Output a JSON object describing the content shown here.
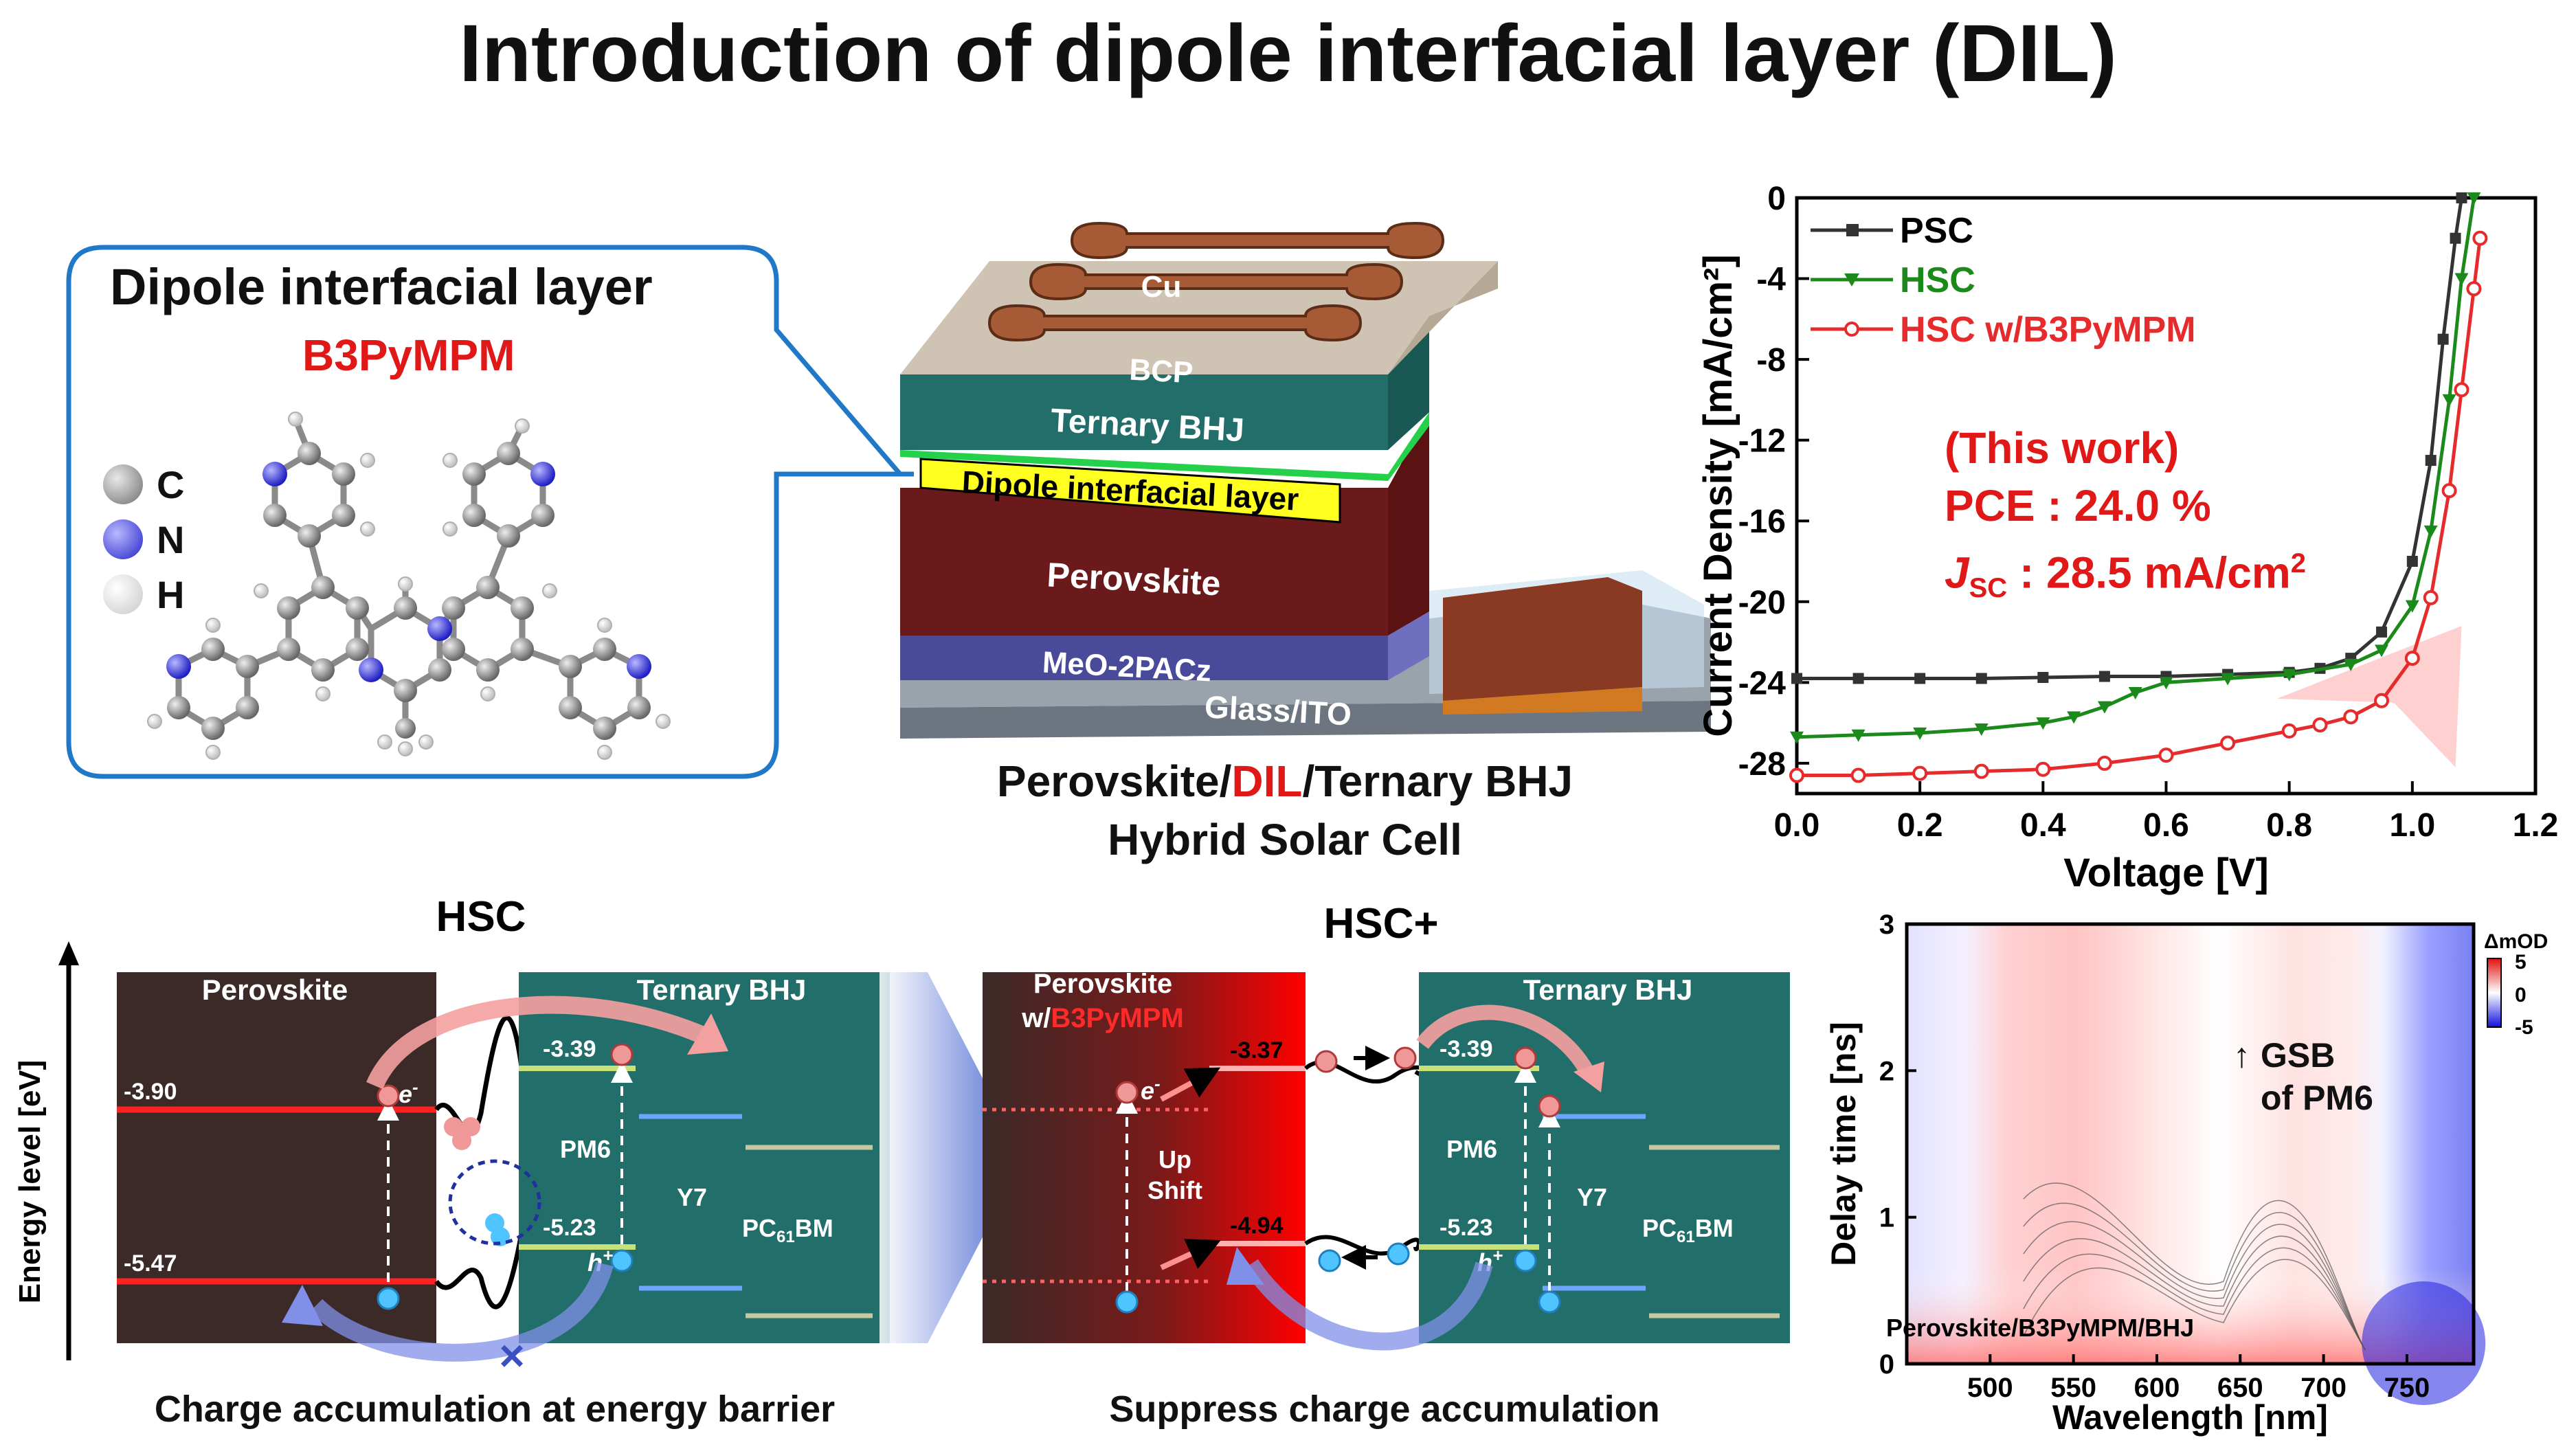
{
  "title": "Introduction of dipole interfacial layer (DIL)",
  "callout": {
    "heading": "Dipole interfacial layer",
    "molecule": "B3PyMPM",
    "legend": [
      {
        "symbol": "C",
        "color": "#8c8c8c"
      },
      {
        "symbol": "N",
        "color": "#3a3ad8"
      },
      {
        "symbol": "H",
        "color": "#d9d9d9"
      }
    ]
  },
  "device": {
    "layers": [
      "Cu",
      "BCP",
      "Ternary BHJ",
      "Dipole interfacial layer",
      "Perovskite",
      "MeO-2PACz",
      "Glass/ITO"
    ],
    "caption_line1_a": "Perovskite/",
    "caption_line1_b": "DIL",
    "caption_line1_c": "/Ternary BHJ",
    "caption_line2": "Hybrid Solar Cell"
  },
  "jv_panel": {
    "annotation": {
      "line1": "(This work)",
      "line2": "PCE : 24.0 %",
      "line3_j": "J",
      "line3_sub": "SC",
      "line3_rest": " : 28.5 mA/cm",
      "line3_sup": "2"
    }
  },
  "chart_data": [
    {
      "type": "line",
      "xlabel": "Voltage [V]",
      "ylabel": "Current Density [mA/cm²]",
      "xlim": [
        0.0,
        1.2
      ],
      "ylim": [
        -29.5,
        0
      ],
      "xticks": [
        "0.0",
        "0.2",
        "0.4",
        "0.6",
        "0.8",
        "1.0",
        "1.2"
      ],
      "yticks": [
        "0",
        "-4",
        "-8",
        "-12",
        "-16",
        "-20",
        "-24",
        "-28"
      ],
      "legend_position": "top-left",
      "series": [
        {
          "name": "PSC",
          "color": "#333333",
          "marker": "square",
          "x": [
            0.0,
            0.1,
            0.2,
            0.3,
            0.4,
            0.5,
            0.6,
            0.7,
            0.8,
            0.85,
            0.9,
            0.95,
            1.0,
            1.03,
            1.05,
            1.07,
            1.08
          ],
          "y": [
            -23.8,
            -23.8,
            -23.8,
            -23.8,
            -23.75,
            -23.7,
            -23.7,
            -23.6,
            -23.5,
            -23.3,
            -22.8,
            -21.5,
            -18.0,
            -13.0,
            -7.0,
            -2.0,
            0.0
          ]
        },
        {
          "name": "HSC",
          "color": "#1b8a1b",
          "marker": "triangle",
          "x": [
            0.0,
            0.1,
            0.2,
            0.3,
            0.4,
            0.45,
            0.5,
            0.55,
            0.6,
            0.7,
            0.8,
            0.9,
            0.95,
            1.0,
            1.03,
            1.06,
            1.08,
            1.1
          ],
          "y": [
            -26.7,
            -26.6,
            -26.5,
            -26.3,
            -26.0,
            -25.7,
            -25.2,
            -24.5,
            -24.0,
            -23.8,
            -23.6,
            -23.1,
            -22.4,
            -20.2,
            -16.5,
            -10.0,
            -4.0,
            0.0
          ]
        },
        {
          "name": "HSC w/B3PyMPM",
          "color": "#e52b2b",
          "marker": "circle",
          "x": [
            0.0,
            0.1,
            0.2,
            0.3,
            0.4,
            0.5,
            0.6,
            0.7,
            0.8,
            0.85,
            0.9,
            0.95,
            1.0,
            1.03,
            1.06,
            1.08,
            1.1,
            1.11
          ],
          "y": [
            -28.6,
            -28.6,
            -28.5,
            -28.4,
            -28.3,
            -28.0,
            -27.6,
            -27.0,
            -26.4,
            -26.1,
            -25.7,
            -24.9,
            -22.8,
            -19.8,
            -14.5,
            -9.5,
            -4.5,
            -2.0
          ]
        }
      ]
    },
    {
      "type": "heatmap",
      "xlabel": "Wavelength [nm]",
      "ylabel": "Delay time [ns]",
      "xlim": [
        450,
        790
      ],
      "ylim": [
        0,
        3
      ],
      "xticks": [
        "500",
        "550",
        "600",
        "650",
        "700",
        "750"
      ],
      "yticks": [
        "0",
        "1",
        "2",
        "3"
      ],
      "colorbar": {
        "label": "ΔmOD",
        "ticks": [
          "5",
          "0",
          "-5"
        ],
        "max_color": "#e01010",
        "mid_color": "#ffffff",
        "min_color": "#1010e0"
      },
      "annotation_line1": "GSB",
      "annotation_line2": "of PM6",
      "sample_label": "Perovskite/B3PyMPM/BHJ"
    }
  ],
  "energy_left": {
    "title": "HSC",
    "perovskite_label": "Perovskite",
    "bhj_label": "Ternary BHJ",
    "levels": {
      "pvk_lumo": "-3.90",
      "pvk_homo": "-5.47",
      "pm6_lumo": "-3.39",
      "pm6_homo": "-5.23"
    },
    "pm6": "PM6",
    "y7": "Y7",
    "pcbm": "PC",
    "pcbm_sub": "61",
    "pcbm_rest": "BM",
    "electron": "e",
    "hole": "h",
    "axis_label": "Energy level [eV]",
    "caption": "Charge accumulation at energy barrier"
  },
  "energy_right": {
    "title": "HSC+",
    "perovskite_label": "Perovskite",
    "perovskite_label2_a": "w/",
    "perovskite_label2_b": "B3PyMPM",
    "bhj_label": "Ternary BHJ",
    "levels": {
      "dil_lumo": "-3.37",
      "dil_homo": "-4.94",
      "pm6_lumo": "-3.39",
      "pm6_homo": "-5.23"
    },
    "up": "Up",
    "shift": "Shift",
    "pm6": "PM6",
    "y7": "Y7",
    "pcbm": "PC",
    "pcbm_sub": "61",
    "pcbm_rest": "BM",
    "electron": "e",
    "hole": "h",
    "caption": "Suppress charge accumulation"
  }
}
